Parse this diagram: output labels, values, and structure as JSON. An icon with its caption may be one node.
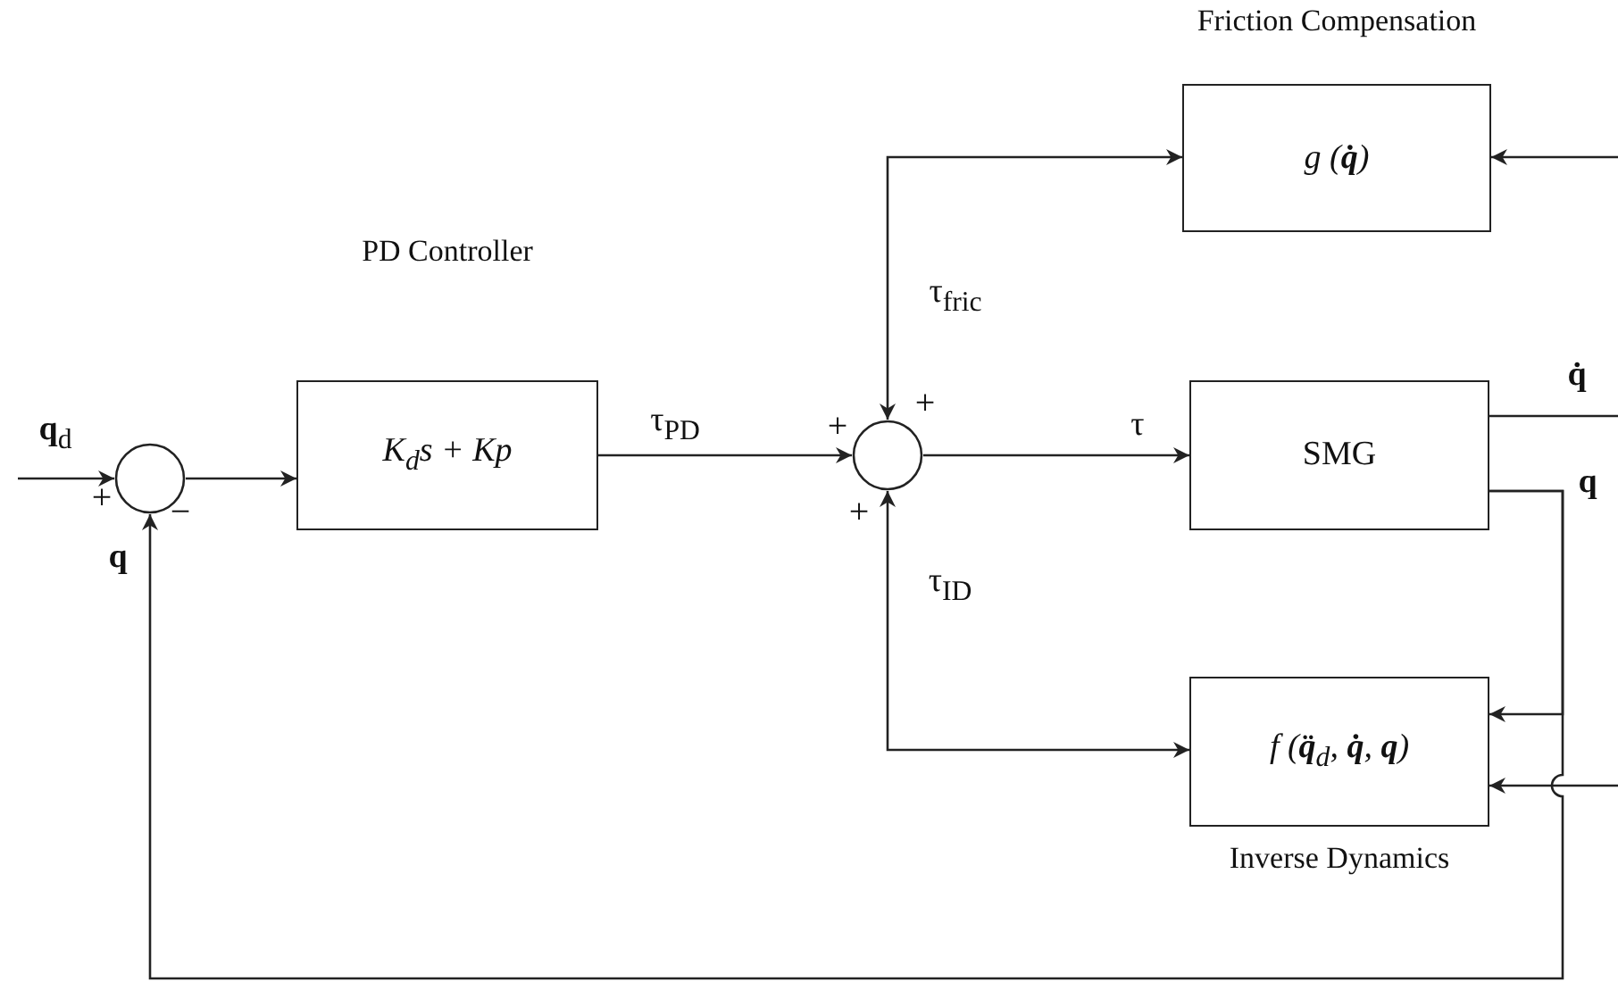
{
  "diagram": {
    "nodes": [
      {
        "text": [],
        "shape": "circle"
      },
      {
        "text": [
          "K$_{d}$s + Kp"
        ],
        "beside": [
          "PD Controller"
        ]
      },
      {
        "text": [],
        "shape": "circle"
      },
      {
        "text": [
          "SMG"
        ]
      },
      {
        "text": [
          "g (**q̇**)"
        ],
        "beside": [
          "Friction Compensation"
        ]
      },
      {
        "text": [
          "f (**q̈**$_{d}$, **q̇**, **q**)"
        ],
        "beside": [
          "Inverse Dynamics"
        ]
      }
    ],
    "edges": [
      {
        "from": null,
        "to": 0,
        "arrow": "to",
        "label": "**q**$_{d}$"
      },
      {
        "from": 0,
        "to": 1,
        "arrow": "to"
      },
      {
        "from": 1,
        "to": 2,
        "arrow": "to",
        "label": "τ$_{PD}$"
      },
      {
        "from": 2,
        "to": 4,
        "arrow": "both",
        "label": "τ$_{fric}$"
      },
      {
        "from": 2,
        "to": 3,
        "arrow": "to",
        "label": "τ"
      },
      {
        "from": 3,
        "to": null,
        "arrow": "none",
        "label": "**q̇**"
      },
      {
        "from": null,
        "to": 4,
        "arrow": "to"
      },
      {
        "from": 3,
        "to": 5,
        "arrow": "to",
        "label": "**q**"
      },
      {
        "from": 3,
        "to": 0,
        "arrow": "to",
        "label": "**q**"
      },
      {
        "from": 2,
        "to": 5,
        "arrow": "both",
        "label": "τ$_{ID}$"
      },
      {
        "from": null,
        "to": 5,
        "arrow": "to"
      }
    ],
    "labels": [
      "+",
      "+",
      "+",
      "−",
      "+"
    ]
  }
}
